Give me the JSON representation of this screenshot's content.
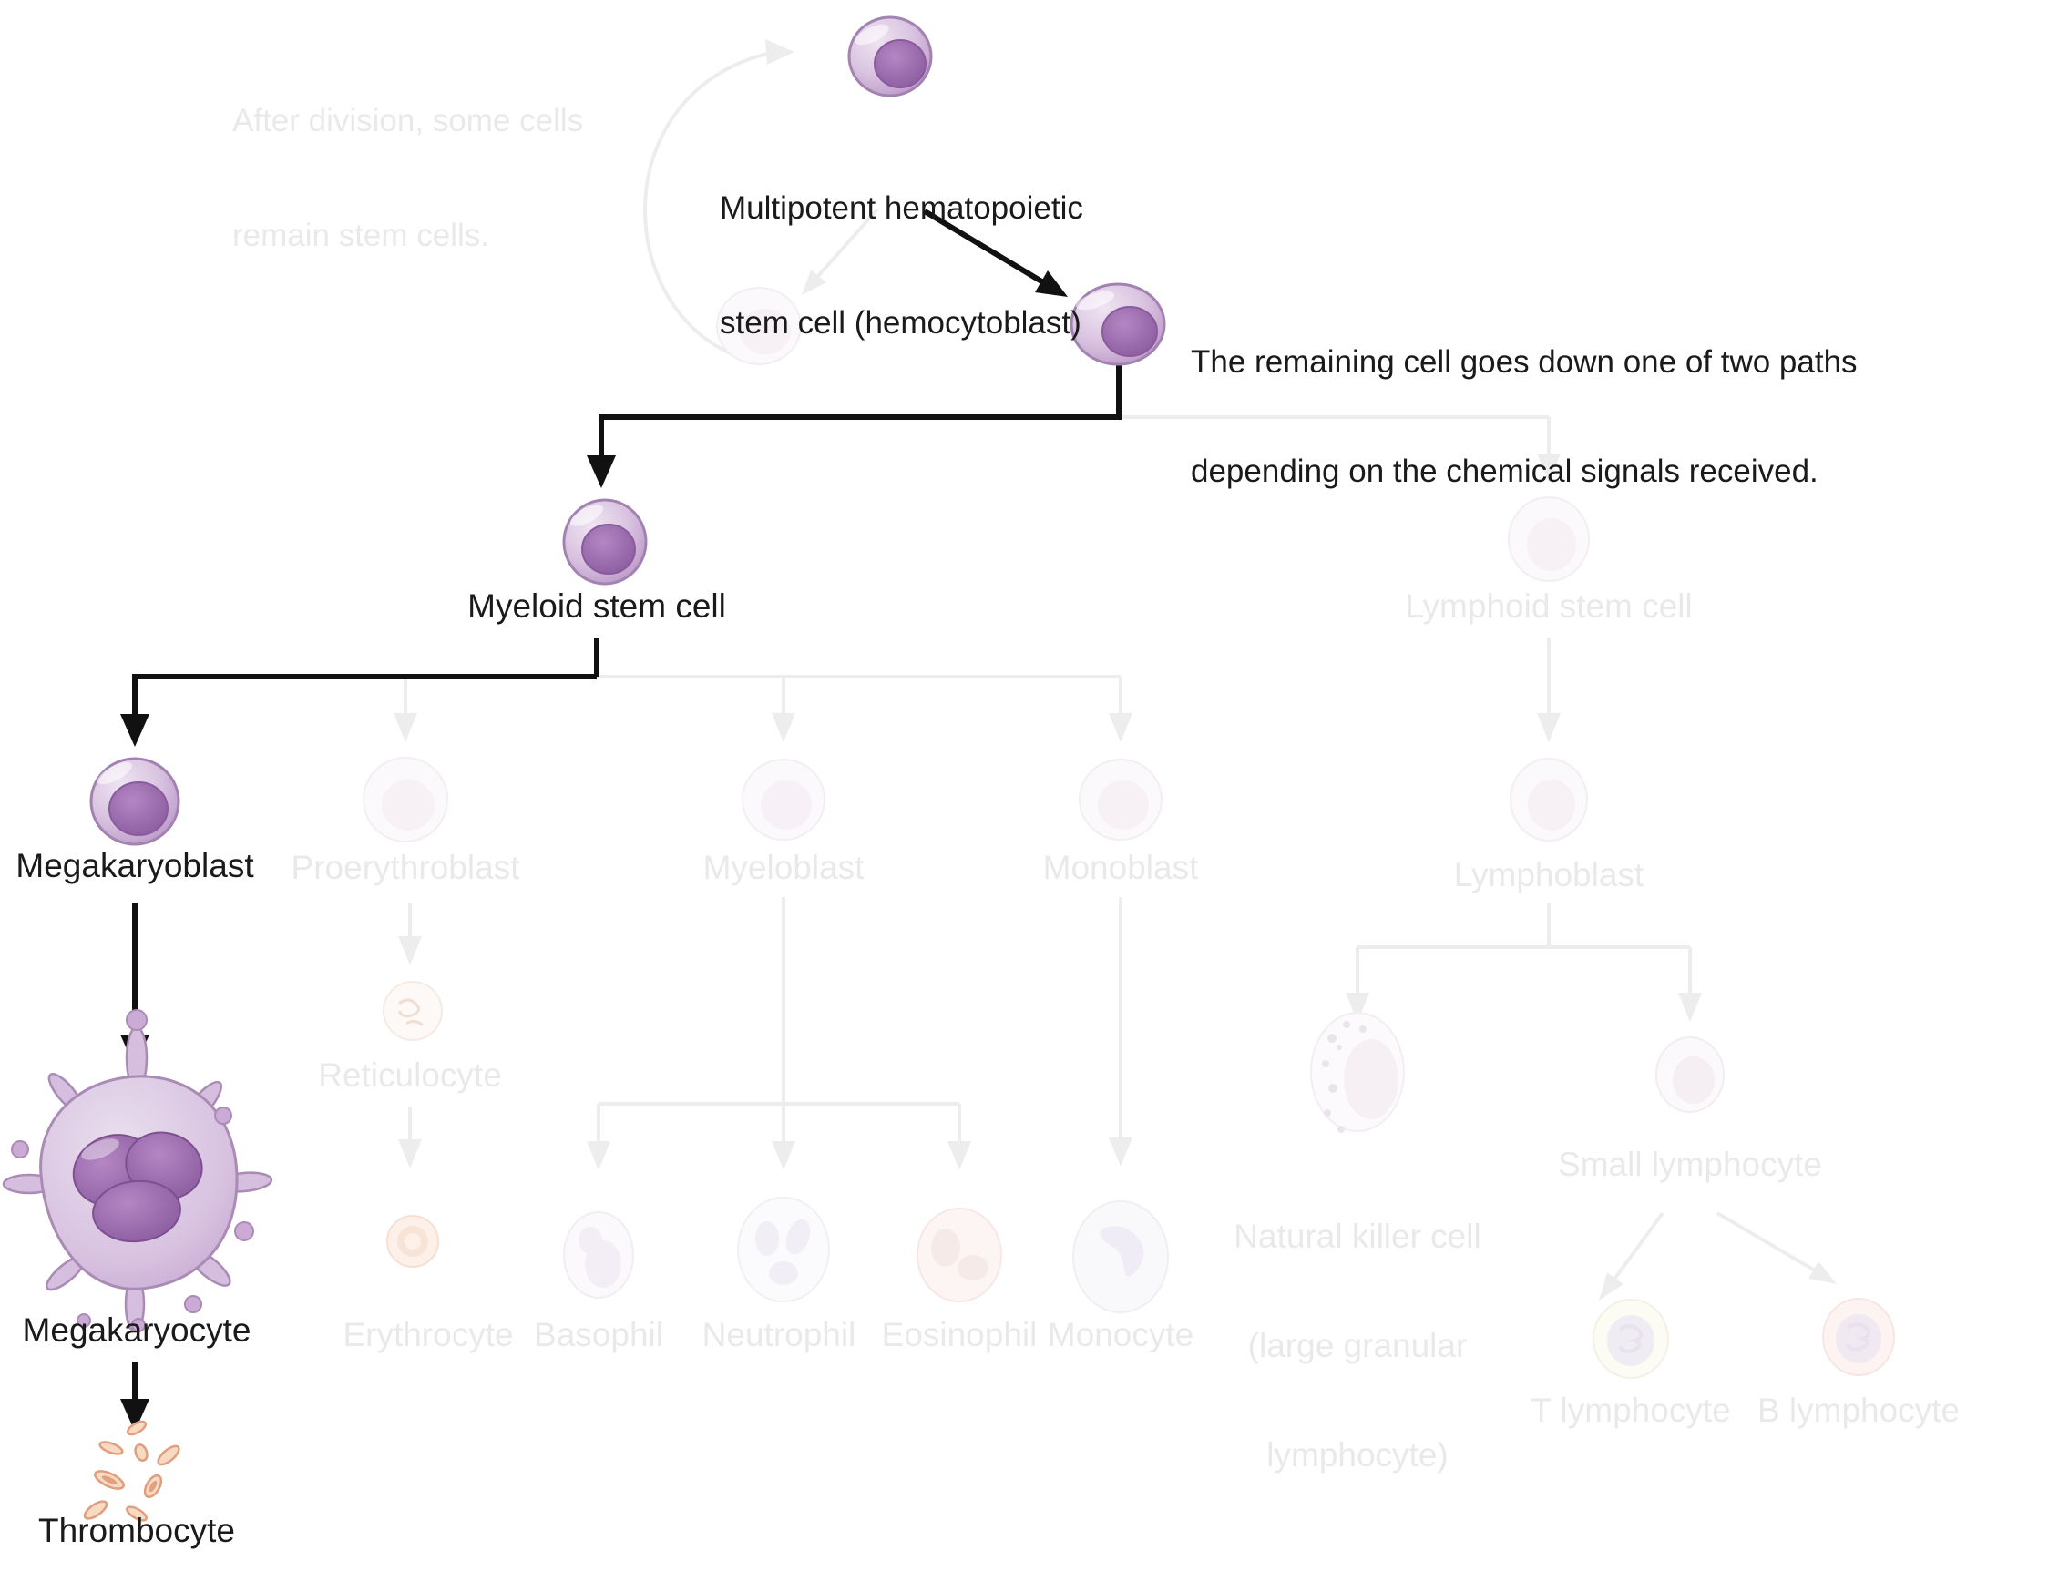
{
  "diagram_title": "Hematopoiesis pathway (megakaryocyte lineage highlighted)",
  "colors": {
    "highlight_line": "#111111",
    "faded_line": "#ededed",
    "faded_text": "#e9e9e9",
    "black_text": "#1a1a1a",
    "cell_purple": "#9b6bad",
    "cell_purple_light": "#d9c3e0",
    "platelet_salmon": "#e8a387"
  },
  "annotations": {
    "after_division": {
      "line1": "After division, some cells",
      "line2": "remain stem cells."
    },
    "remaining": {
      "line1": "The remaining cell goes down one of two paths",
      "line2": "depending on the chemical signals received."
    }
  },
  "nodes": {
    "multipotent": {
      "line1": "Multipotent hematopoietic",
      "line2": "stem cell (hemocytoblast)"
    },
    "myeloid": {
      "label": "Myeloid stem cell"
    },
    "lymphoid": {
      "label": "Lymphoid stem cell"
    },
    "megakaryoblast": {
      "label": "Megakaryoblast"
    },
    "proerythroblast": {
      "label": "Proerythroblast"
    },
    "myeloblast": {
      "label": "Myeloblast"
    },
    "monoblast": {
      "label": "Monoblast"
    },
    "lymphoblast": {
      "label": "Lymphoblast"
    },
    "reticulocyte": {
      "label": "Reticulocyte"
    },
    "megakaryocyte": {
      "label": "Megakaryocyte"
    },
    "thrombocyte": {
      "label": "Thrombocyte"
    },
    "erythrocyte": {
      "label": "Erythrocyte"
    },
    "basophil": {
      "label": "Basophil"
    },
    "neutrophil": {
      "label": "Neutrophil"
    },
    "eosinophil": {
      "label": "Eosinophil"
    },
    "monocyte": {
      "label": "Monocyte"
    },
    "natural_killer": {
      "line1": "Natural killer cell",
      "line2": "(large granular",
      "line3": "lymphocyte)"
    },
    "small_lymphocyte": {
      "label": "Small lymphocyte"
    },
    "t_lymphocyte": {
      "label": "T lymphocyte"
    },
    "b_lymphocyte": {
      "label": "B lymphocyte"
    }
  }
}
